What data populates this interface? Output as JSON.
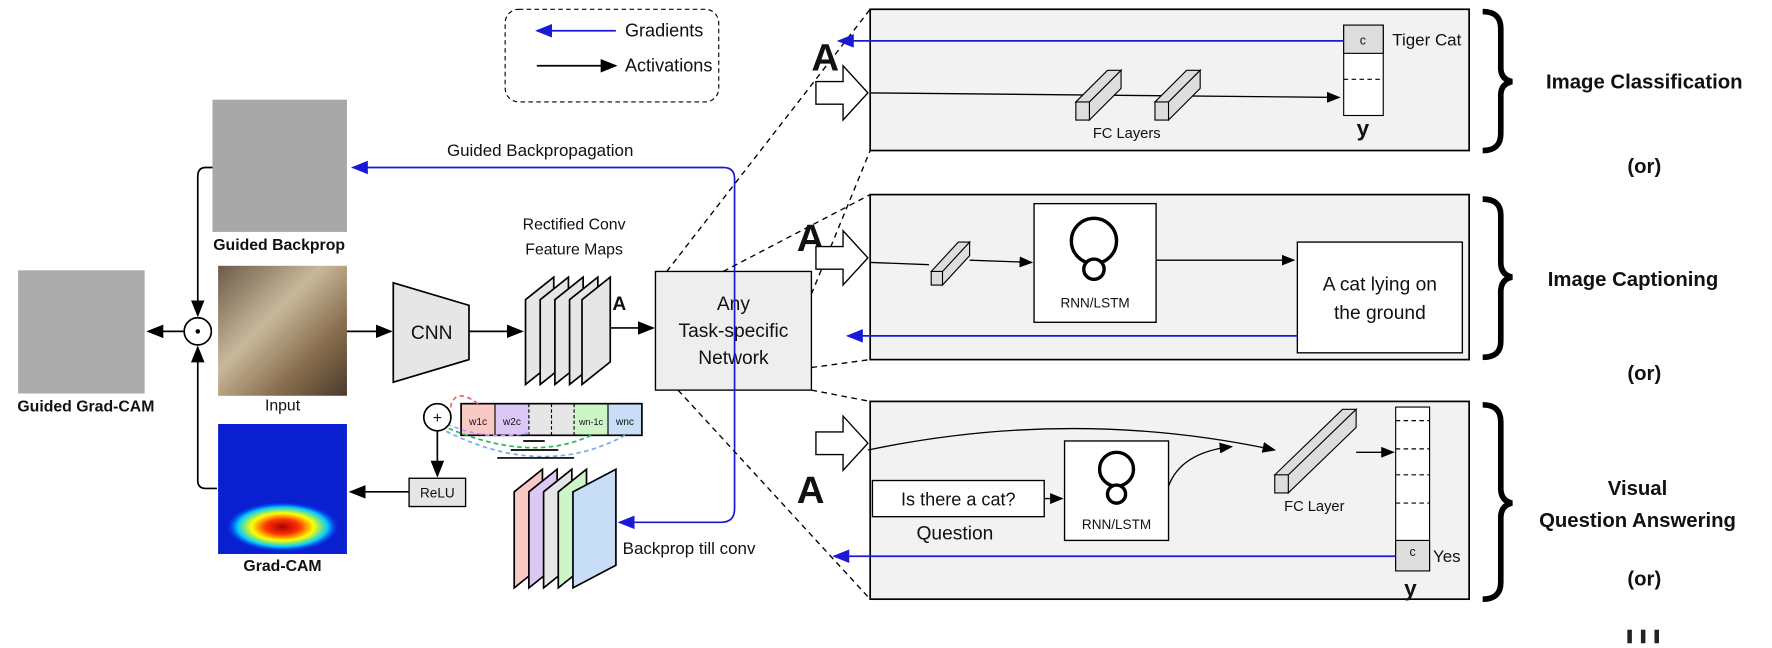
{
  "legend": {
    "gradients": "Gradients",
    "activations": "Activations"
  },
  "colors": {
    "gradient_arrow": "#1a1ad6",
    "activation_arrow": "#000000",
    "panel_fill": "#f2f2f2",
    "box_fill": "#e6e6e6"
  },
  "left": {
    "guided_backprop_label": "Guided Backprop",
    "input_label": "Input",
    "gradcam_label": "Grad-CAM",
    "guided_gradcam_label": "Guided Grad-CAM",
    "guided_backpropagation_label": "Guided Backpropagation",
    "cnn_label": "CNN",
    "feature_maps_label_1": "Rectified Conv",
    "feature_maps_label_2": "Feature Maps",
    "a_label": "A",
    "relu_label": "ReLU",
    "backprop_till_conv_label": "Backprop till conv",
    "weights": [
      "w1c",
      "w2c",
      "",
      "",
      "wn-1c",
      "wnc"
    ],
    "task_network_lines": [
      "Any",
      "Task-specific",
      "Network"
    ]
  },
  "panels": {
    "classification": {
      "a": "A",
      "c": "c",
      "class_label": "Tiger Cat",
      "fc_label": "FC Layers",
      "y": "y",
      "task": "Image Classification"
    },
    "captioning": {
      "a": "A",
      "rnn": "RNN/LSTM",
      "caption_1": "A cat lying on",
      "caption_2": "the ground",
      "task": "Image Captioning"
    },
    "vqa": {
      "a": "A",
      "question_box": "Is there a cat?",
      "question_label": "Question",
      "rnn": "RNN/LSTM",
      "fc_label": "FC Layer",
      "c": "c",
      "answer": "Yes",
      "y": "y",
      "task_1": "Visual",
      "task_2": "Question Answering"
    },
    "or": "(or)"
  }
}
